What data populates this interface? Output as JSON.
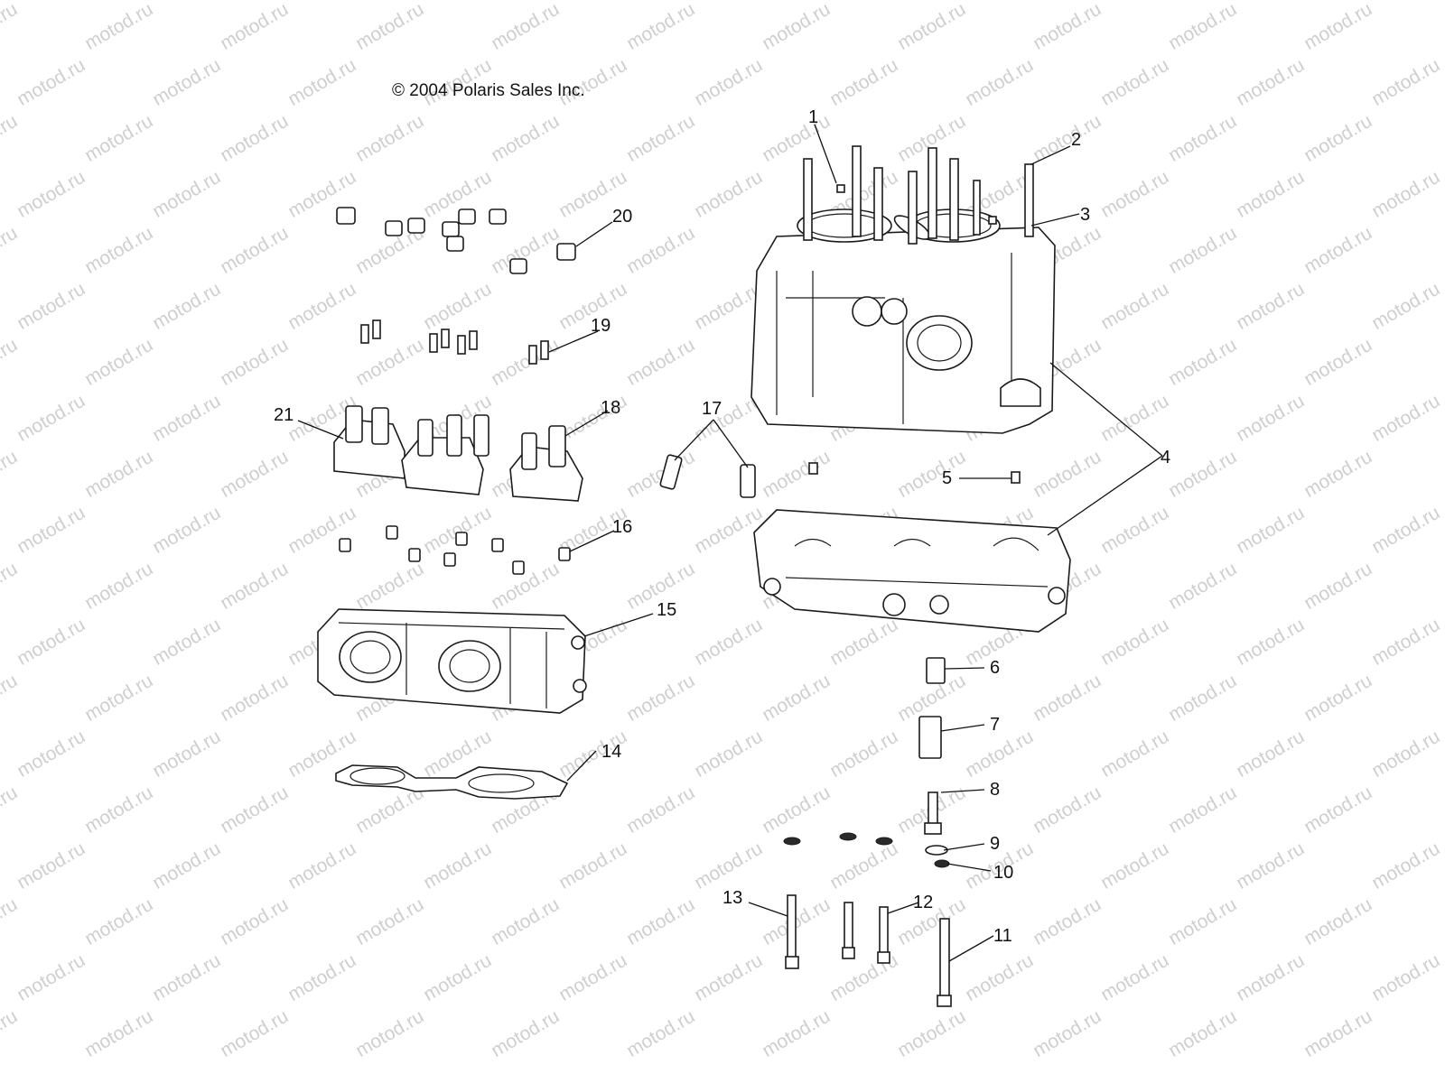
{
  "copyright": "© 2004 Polaris Sales Inc.",
  "watermark": "motod.ru",
  "callouts": [
    "1",
    "2",
    "3",
    "4",
    "5",
    "6",
    "7",
    "8",
    "9",
    "10",
    "11",
    "12",
    "13",
    "14",
    "15",
    "16",
    "17",
    "18",
    "19",
    "20",
    "21"
  ],
  "colors": {
    "line": "#1a1a1a",
    "watermark": "#cfcfcf",
    "background": "#ffffff"
  }
}
